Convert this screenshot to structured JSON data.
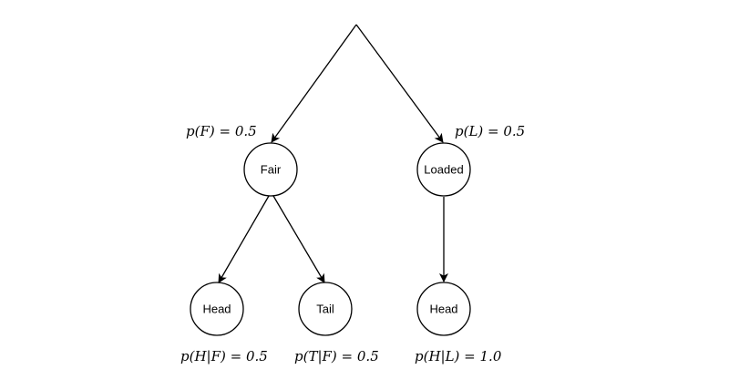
{
  "nodes": {
    "fair": "Fair",
    "loaded": "Loaded",
    "head_fair": "Head",
    "tail_fair": "Tail",
    "head_loaded": "Head"
  },
  "probabilities": {
    "p_fair": "p(F) = 0.5",
    "p_loaded": "p(L) = 0.5",
    "p_head_given_fair": "p(H|F) = 0.5",
    "p_tail_given_fair": "p(T|F) = 0.5",
    "p_head_given_loaded": "p(H|L) = 1.0"
  }
}
